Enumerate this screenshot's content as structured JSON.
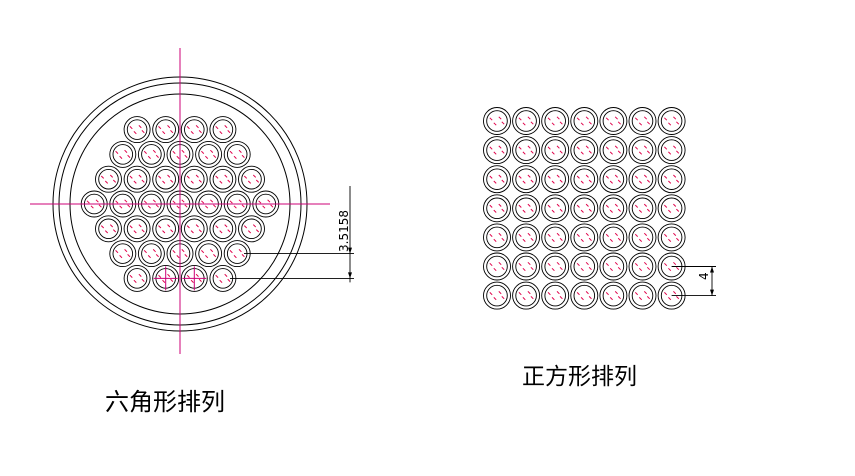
{
  "diagram": {
    "hex_caption": "六角形排列",
    "square_caption": "正方形排列",
    "hex_dimension": "3.5158",
    "square_dimension": "4",
    "hex_row_counts": [
      4,
      5,
      6,
      7,
      6,
      5,
      4
    ],
    "square_grid": {
      "rows": 7,
      "cols": 7
    },
    "colors": {
      "line": "#000000",
      "centerline": "#cc0077",
      "tube_mark": "#e0004a"
    }
  }
}
